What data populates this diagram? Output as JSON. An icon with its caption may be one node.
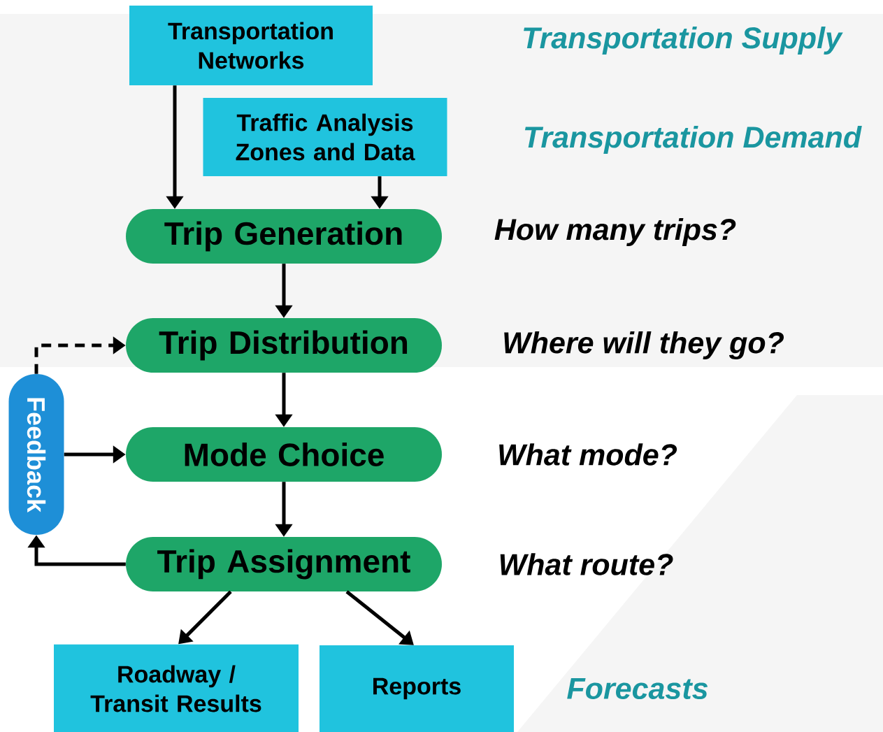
{
  "diagram": {
    "nodes": [
      {
        "text": [
          "Transportation Networks"
        ]
      },
      {
        "text": [
          "Traffic Analysis Zones and Data"
        ]
      },
      {
        "text": [
          "Trip Generation"
        ]
      },
      {
        "text": [
          "Trip Distribution"
        ]
      },
      {
        "text": [
          "Mode Choice"
        ]
      },
      {
        "text": [
          "Trip Assignment"
        ]
      },
      {
        "text": [
          "Feedback"
        ]
      },
      {
        "text": [
          "Roadway / Transit Results"
        ]
      },
      {
        "text": [
          "Reports"
        ]
      }
    ],
    "edges": [
      {
        "from": 0,
        "to": 2,
        "arrow": "to"
      },
      {
        "from": 1,
        "to": 2,
        "arrow": "to"
      },
      {
        "from": 2,
        "to": 3,
        "arrow": "to"
      },
      {
        "from": 3,
        "to": 4,
        "arrow": "to"
      },
      {
        "from": 4,
        "to": 5,
        "arrow": "to"
      },
      {
        "from": 5,
        "to": 6,
        "arrow": "to"
      },
      {
        "from": 6,
        "to": 3,
        "arrow": "to",
        "style": "dashed"
      },
      {
        "from": 6,
        "to": 4,
        "arrow": "to"
      },
      {
        "from": 5,
        "to": 7,
        "arrow": "to"
      },
      {
        "from": 5,
        "to": 8,
        "arrow": "to"
      }
    ],
    "labels": [
      "Transportation Supply",
      "Transportation Demand",
      "How many trips?",
      "Where will they go?",
      "What mode?",
      "What route?",
      "Forecasts"
    ]
  }
}
